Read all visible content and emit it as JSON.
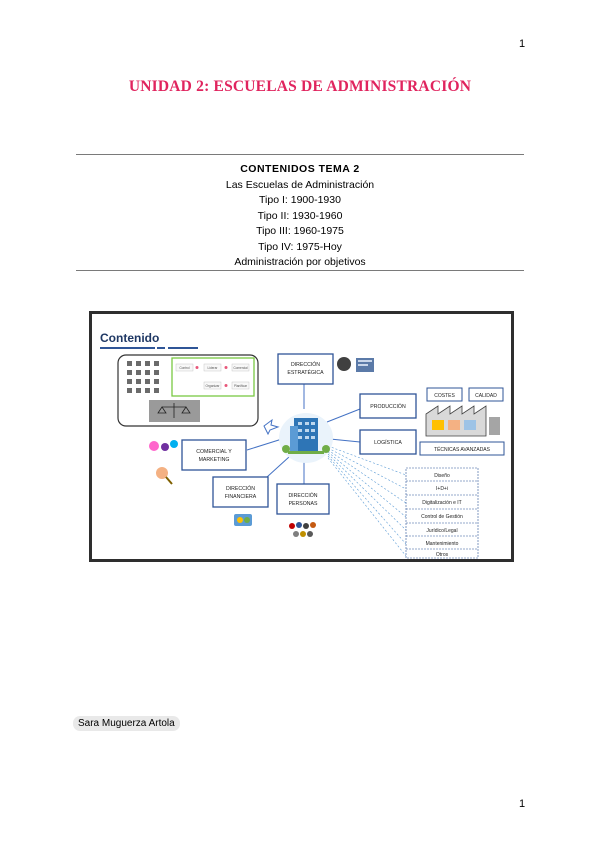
{
  "page_number_top": "1",
  "page_number_bottom": "1",
  "title": "UNIDAD 2: ESCUELAS DE ADMINISTRACIÓN",
  "contents": {
    "heading": "CONTENIDOS TEMA 2",
    "items": [
      "Las Escuelas de Administración",
      "Tipo I: 1900-1930",
      "Tipo II: 1930-1960",
      "Tipo III: 1960-1975",
      "Tipo IV: 1975-Hoy",
      "Administración por objetivos"
    ]
  },
  "diagram": {
    "heading": "Contenido",
    "nodes": {
      "direccion_estrategica": [
        "DIRECCIÓN",
        "ESTRATÉGICA"
      ],
      "produccion": [
        "PRODUCCIÓN"
      ],
      "logistica": [
        "LOGÍSTICA"
      ],
      "comercial": [
        "COMERCIAL Y",
        "MARKETING"
      ],
      "financiera": [
        "DIRECCIÓN",
        "FINANCIERA"
      ],
      "personas": [
        "DIRECCIÓN",
        "PERSONAS"
      ],
      "costes": "COSTES",
      "calidad": "CALIDAD",
      "tecnicas": "TÉCNICAS AVANZADAS"
    },
    "list_items": [
      "Diseño",
      "I+D+i",
      "Digitalización e IT",
      "Control de Gestión",
      "Jurídico/Legal",
      "Mantenimiento",
      "Otros"
    ],
    "mini_boxes": [
      "Control",
      "Liderar",
      "Comercial",
      "Organizar",
      "Planificar"
    ]
  },
  "author": "Sara Muguerza Artola"
}
